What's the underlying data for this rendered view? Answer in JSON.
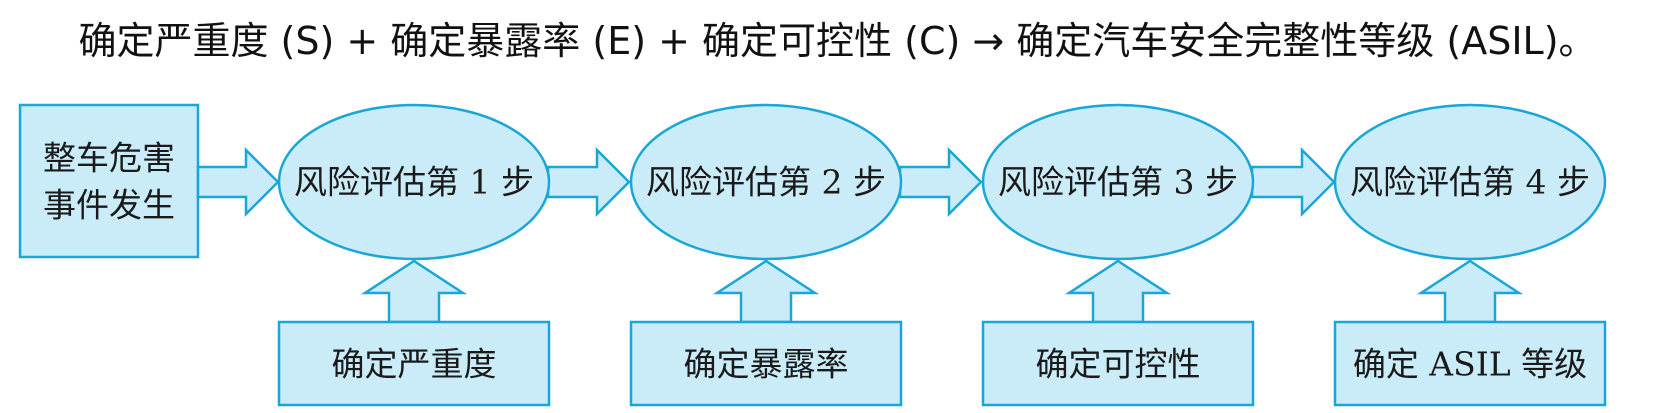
{
  "caption": "确定严重度 (S) + 确定暴露率 (E) + 确定可控性 (C) → 确定汽车安全完整性等级 (ASIL)。",
  "event": {
    "line1": "整车危害",
    "line2": "事件发生"
  },
  "steps": [
    {
      "label": "风险评估第 1 步",
      "input": "确定严重度"
    },
    {
      "label": "风险评估第 2 步",
      "input": "确定暴露率"
    },
    {
      "label": "风险评估第 3 步",
      "input": "确定可控性"
    },
    {
      "label": "风险评估第 4 步",
      "input": "确定 ASIL 等级"
    }
  ],
  "colors": {
    "fill": "#c9ecf8",
    "stroke": "#1aa6d6"
  }
}
